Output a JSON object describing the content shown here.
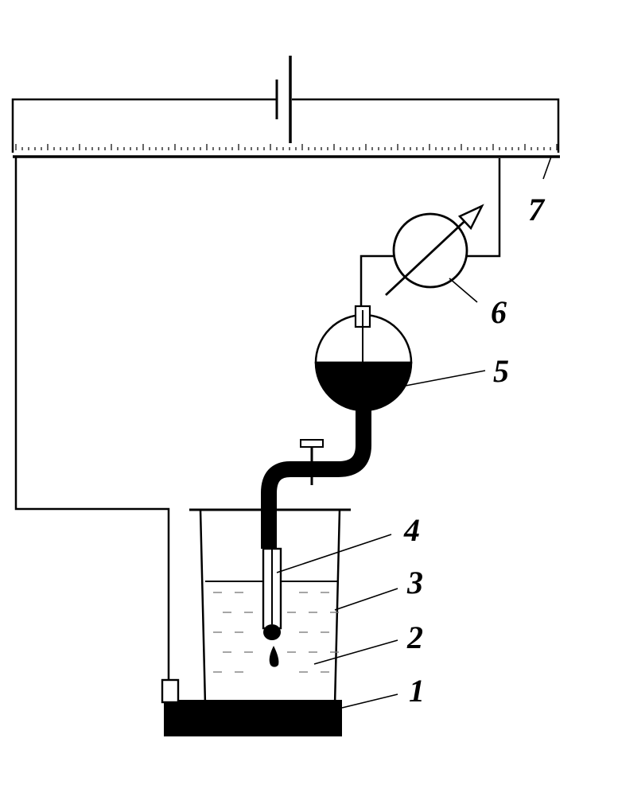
{
  "labels": {
    "mercury_pool": "1",
    "solution": "2",
    "beaker": "3",
    "capillary": "4",
    "mercury_reservoir": "5",
    "galvanometer": "6",
    "slide_wire": "7"
  },
  "colors": {
    "ink": "#000000",
    "paper": "#ffffff",
    "solution_dash": "#777777"
  },
  "icons": {
    "battery": "battery-icon",
    "galvanometer": "galvanometer-icon",
    "stopcock": "stopcock-icon"
  }
}
